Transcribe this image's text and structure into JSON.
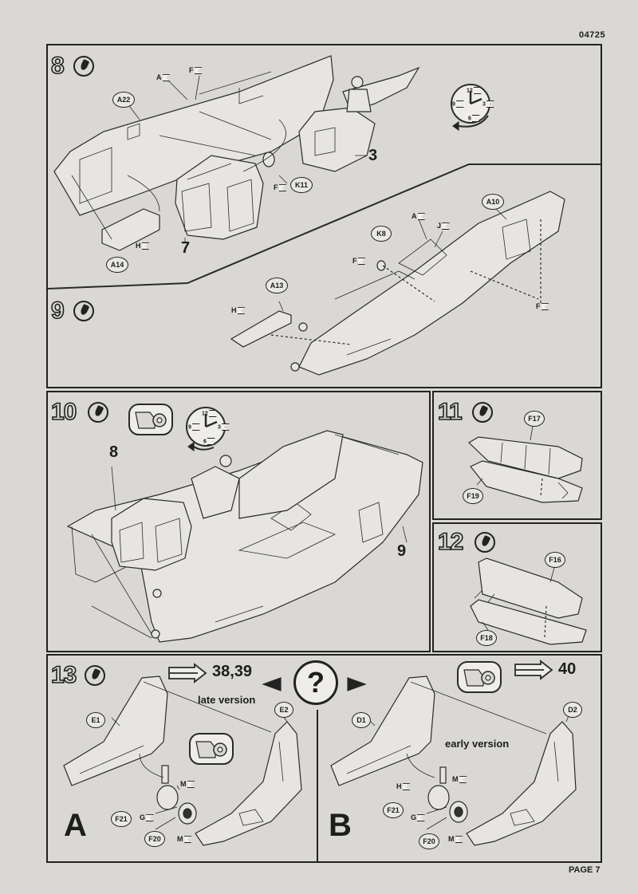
{
  "doc_code": "04725",
  "page_label": "PAGE 7",
  "steps": {
    "s8": {
      "number": "8",
      "parts": {
        "a22": "A22",
        "a14": "A14",
        "k11": "K11",
        "a": "A",
        "f1": "F",
        "f2": "F",
        "h": "H"
      },
      "refs": {
        "sub3": "3",
        "sub7": "7"
      },
      "clock": {
        "n12": "12",
        "n3": "3",
        "n6": "6",
        "n9": "9"
      }
    },
    "s9": {
      "number": "9",
      "parts": {
        "a13": "A13",
        "k8": "K8",
        "a10": "A10",
        "h": "H",
        "f1": "F",
        "f2": "F",
        "a": "A",
        "j": "J"
      }
    },
    "s10": {
      "number": "10",
      "refs": {
        "sub8": "8",
        "sub9": "9"
      },
      "clock": {
        "n12": "12",
        "n3": "3",
        "n6": "6",
        "n9": "9"
      }
    },
    "s11": {
      "number": "11",
      "parts": {
        "f17": "F17",
        "f19": "F19"
      }
    },
    "s12": {
      "number": "12",
      "parts": {
        "f16": "F16",
        "f18": "F18"
      }
    },
    "s13": {
      "number": "13",
      "ref_a": "38,39",
      "ref_b": "40",
      "question": "?",
      "late_label": "late version",
      "early_label": "early version",
      "variant_a": "A",
      "variant_b": "B",
      "parts_a": {
        "e1": "E1",
        "e2": "E2",
        "f21": "F21",
        "f20": "F20",
        "m1": "M",
        "m2": "M",
        "g": "G"
      },
      "parts_b": {
        "d1": "D1",
        "d2": "D2",
        "f21": "F21",
        "f20": "F20",
        "m1": "M",
        "m2": "M",
        "g": "G",
        "h": "H"
      }
    }
  }
}
